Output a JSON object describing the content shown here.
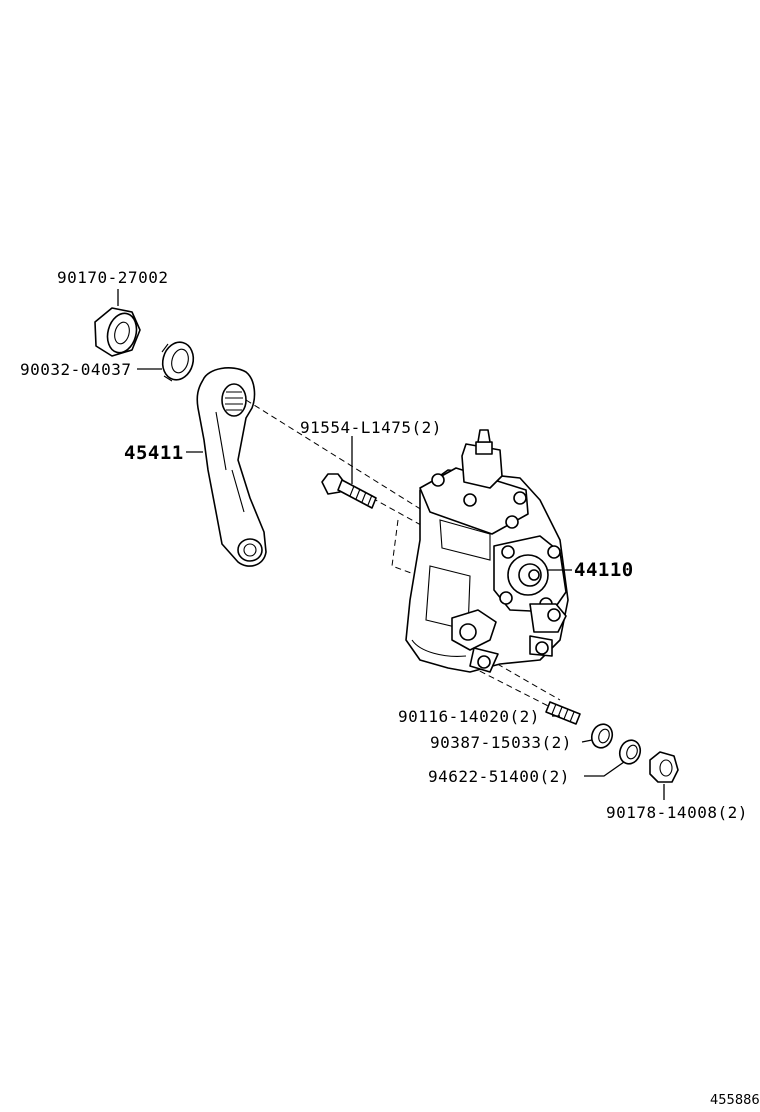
{
  "callouts": [
    {
      "id": "nut_top",
      "text": "90170-27002"
    },
    {
      "id": "washer_top",
      "text": "90032-04037"
    },
    {
      "id": "pitman_arm",
      "text": "45411"
    },
    {
      "id": "bolt",
      "text": "91554-L1475(2)"
    },
    {
      "id": "gear_housing",
      "text": "44110"
    },
    {
      "id": "stud",
      "text": "90116-14020(2)"
    },
    {
      "id": "washer_a",
      "text": "90387-15033(2)"
    },
    {
      "id": "washer_b",
      "text": "94622-51400(2)"
    },
    {
      "id": "nut_bottom",
      "text": "90178-14008(2)"
    }
  ],
  "reference_number": "455886"
}
